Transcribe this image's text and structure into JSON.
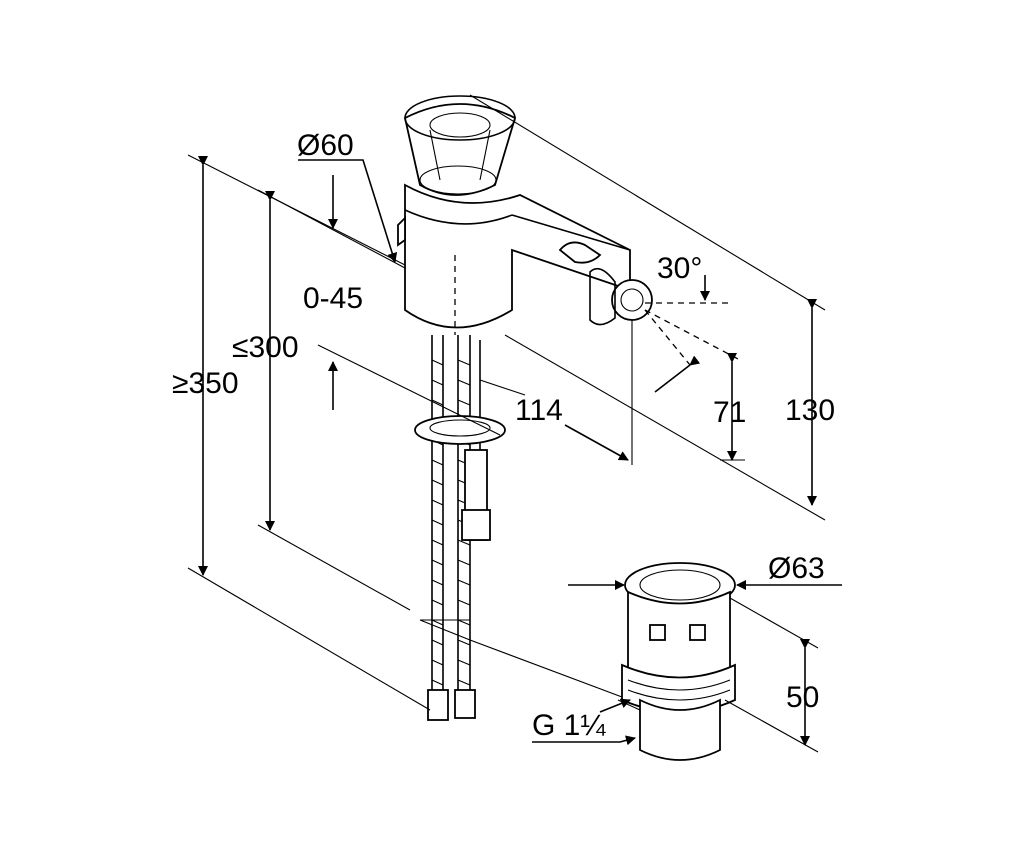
{
  "labels": {
    "diameter_handle": "Ø60",
    "angle_range": "0-45",
    "max_height_300": "≤300",
    "min_height_350": "≥350",
    "spout_reach": "114",
    "spray_angle": "30°",
    "nozzle_height": "71",
    "total_height": "130",
    "waste_diameter": "Ø63",
    "waste_height": "50",
    "waste_thread": "G 1¼"
  }
}
